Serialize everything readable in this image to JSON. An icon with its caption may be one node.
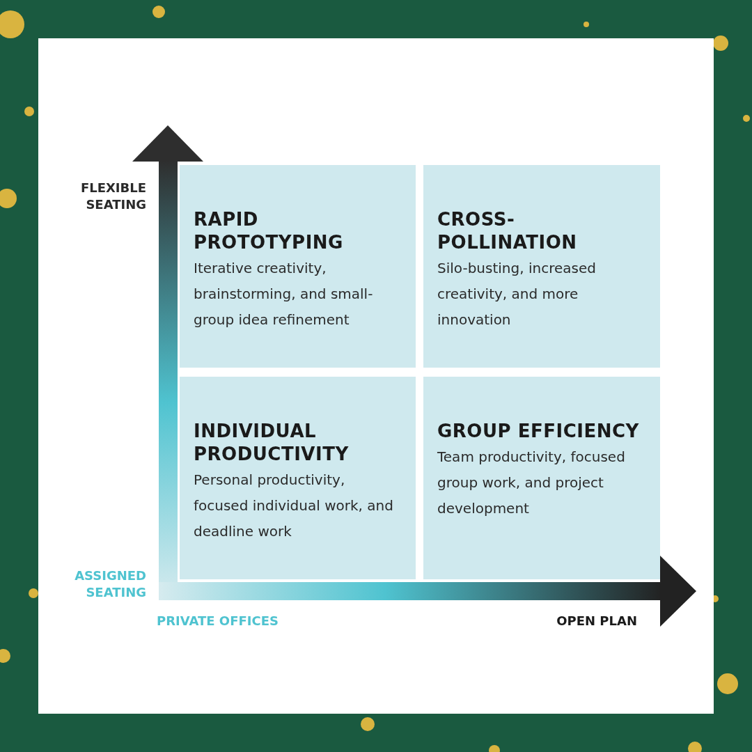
{
  "diagram": {
    "nodes": [
      {
        "text": [
          "RAPID PROTOTYPING",
          "Iterative creativity, brainstorming, and small-group idea refinement"
        ]
      },
      {
        "text": [
          "CROSS-POLLINATION",
          "Silo-busting, increased creativity, and more innovation"
        ]
      },
      {
        "text": [
          "INDIVIDUAL PRODUCTIVITY",
          "Personal productivity, focused individual work, and deadline work"
        ]
      },
      {
        "text": [
          "GROUP EFFICIENCY",
          "Team productivity, focused group work, and project development"
        ]
      }
    ],
    "labels": [
      "FLEXIBLE SEATING",
      "ASSIGNED SEATING",
      "PRIVATE OFFICES",
      "OPEN PLAN"
    ]
  }
}
